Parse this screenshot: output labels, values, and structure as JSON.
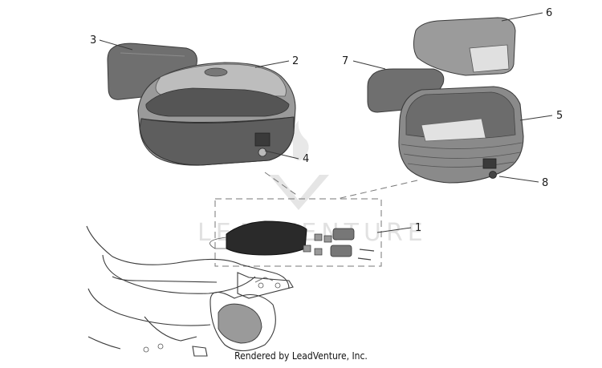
{
  "diagram": {
    "callouts": [
      {
        "id": "1",
        "label": "1"
      },
      {
        "id": "2",
        "label": "2"
      },
      {
        "id": "3",
        "label": "3"
      },
      {
        "id": "4",
        "label": "4"
      },
      {
        "id": "5",
        "label": "5"
      },
      {
        "id": "6",
        "label": "6"
      },
      {
        "id": "7",
        "label": "7"
      },
      {
        "id": "8",
        "label": "8"
      }
    ],
    "watermark": "LEADVENTURE",
    "credit": "Rendered by LeadVenture, Inc."
  }
}
